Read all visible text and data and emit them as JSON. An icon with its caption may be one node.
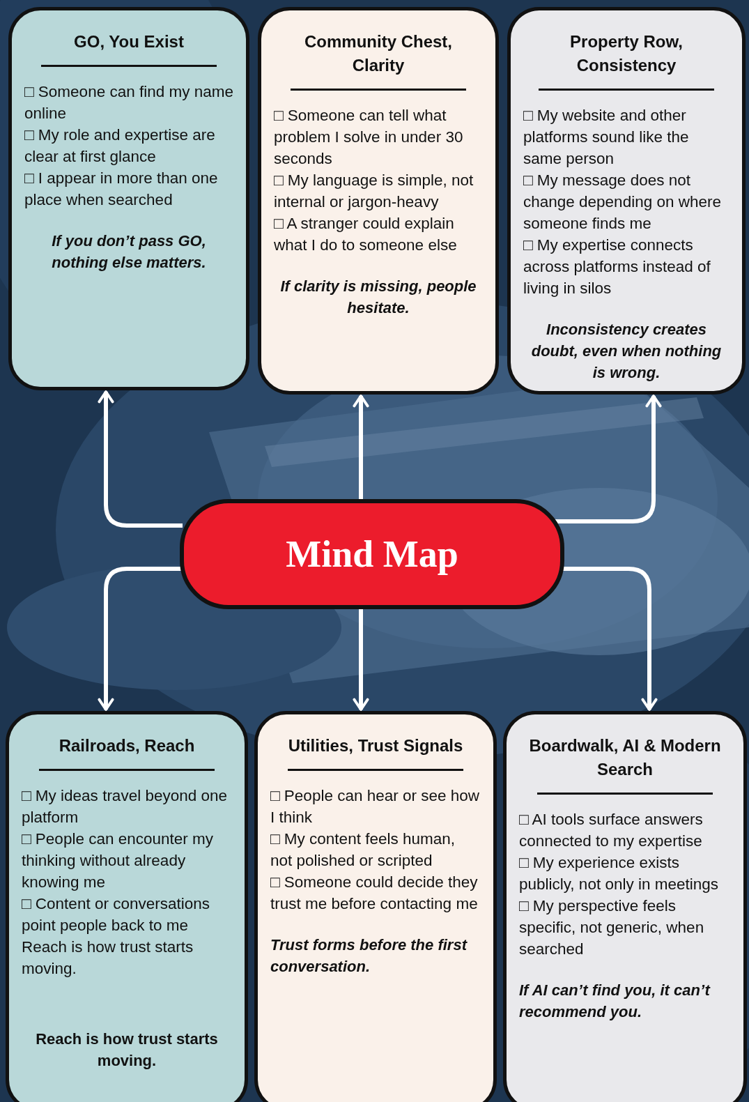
{
  "diagram": {
    "nodes": [
      {
        "text": [
          "GO, You Exist",
          "□ Someone can find my name online",
          "□ My role and expertise are clear at first glance",
          "□ I appear in more than one place when searched",
          "If you don’t pass GO, nothing else matters."
        ]
      },
      {
        "text": [
          "Community Chest, Clarity",
          "□ Someone can tell what problem I solve in under 30 seconds",
          "□ My language is simple, not internal or jargon-heavy",
          "□ A stranger could explain what I do to someone else",
          "If clarity is missing, people hesitate."
        ]
      },
      {
        "text": [
          "Property Row, Consistency",
          "□ My website and other platforms sound like the same person",
          "□ My message does not change depending on where someone finds me",
          "□ My expertise connects across platforms instead of living in silos",
          "Inconsistency creates doubt, even when nothing is wrong."
        ]
      },
      {
        "text": [
          "Mind Map"
        ]
      },
      {
        "text": [
          "Railroads, Reach",
          "□ My ideas travel beyond one platform",
          "□ People can encounter my thinking without already knowing me",
          "□ Content or conversations point people back to me",
          "Reach is how trust starts moving.",
          "Reach is how trust starts moving."
        ]
      },
      {
        "text": [
          "Utilities, Trust Signals",
          "□ People can hear or see how I think",
          "□ My content feels human, not polished or scripted",
          "□ Someone could decide they trust me before contacting me",
          "Trust forms before the first conversation."
        ]
      },
      {
        "text": [
          "Boardwalk, AI & Modern Search",
          "□ AI tools surface answers connected to my expertise",
          "□ My experience exists publicly, not only in meetings",
          "□ My perspective feels specific, not generic, when searched",
          "If AI can’t find you, it can’t recommend you."
        ]
      }
    ],
    "edges": [
      {
        "from": 3,
        "to": 0,
        "arrow": "to"
      },
      {
        "from": 3,
        "to": 1,
        "arrow": "to"
      },
      {
        "from": 3,
        "to": 2,
        "arrow": "to"
      },
      {
        "from": 3,
        "to": 4,
        "arrow": "to"
      },
      {
        "from": 3,
        "to": 5,
        "arrow": "to"
      },
      {
        "from": 3,
        "to": 6,
        "arrow": "to"
      }
    ]
  }
}
